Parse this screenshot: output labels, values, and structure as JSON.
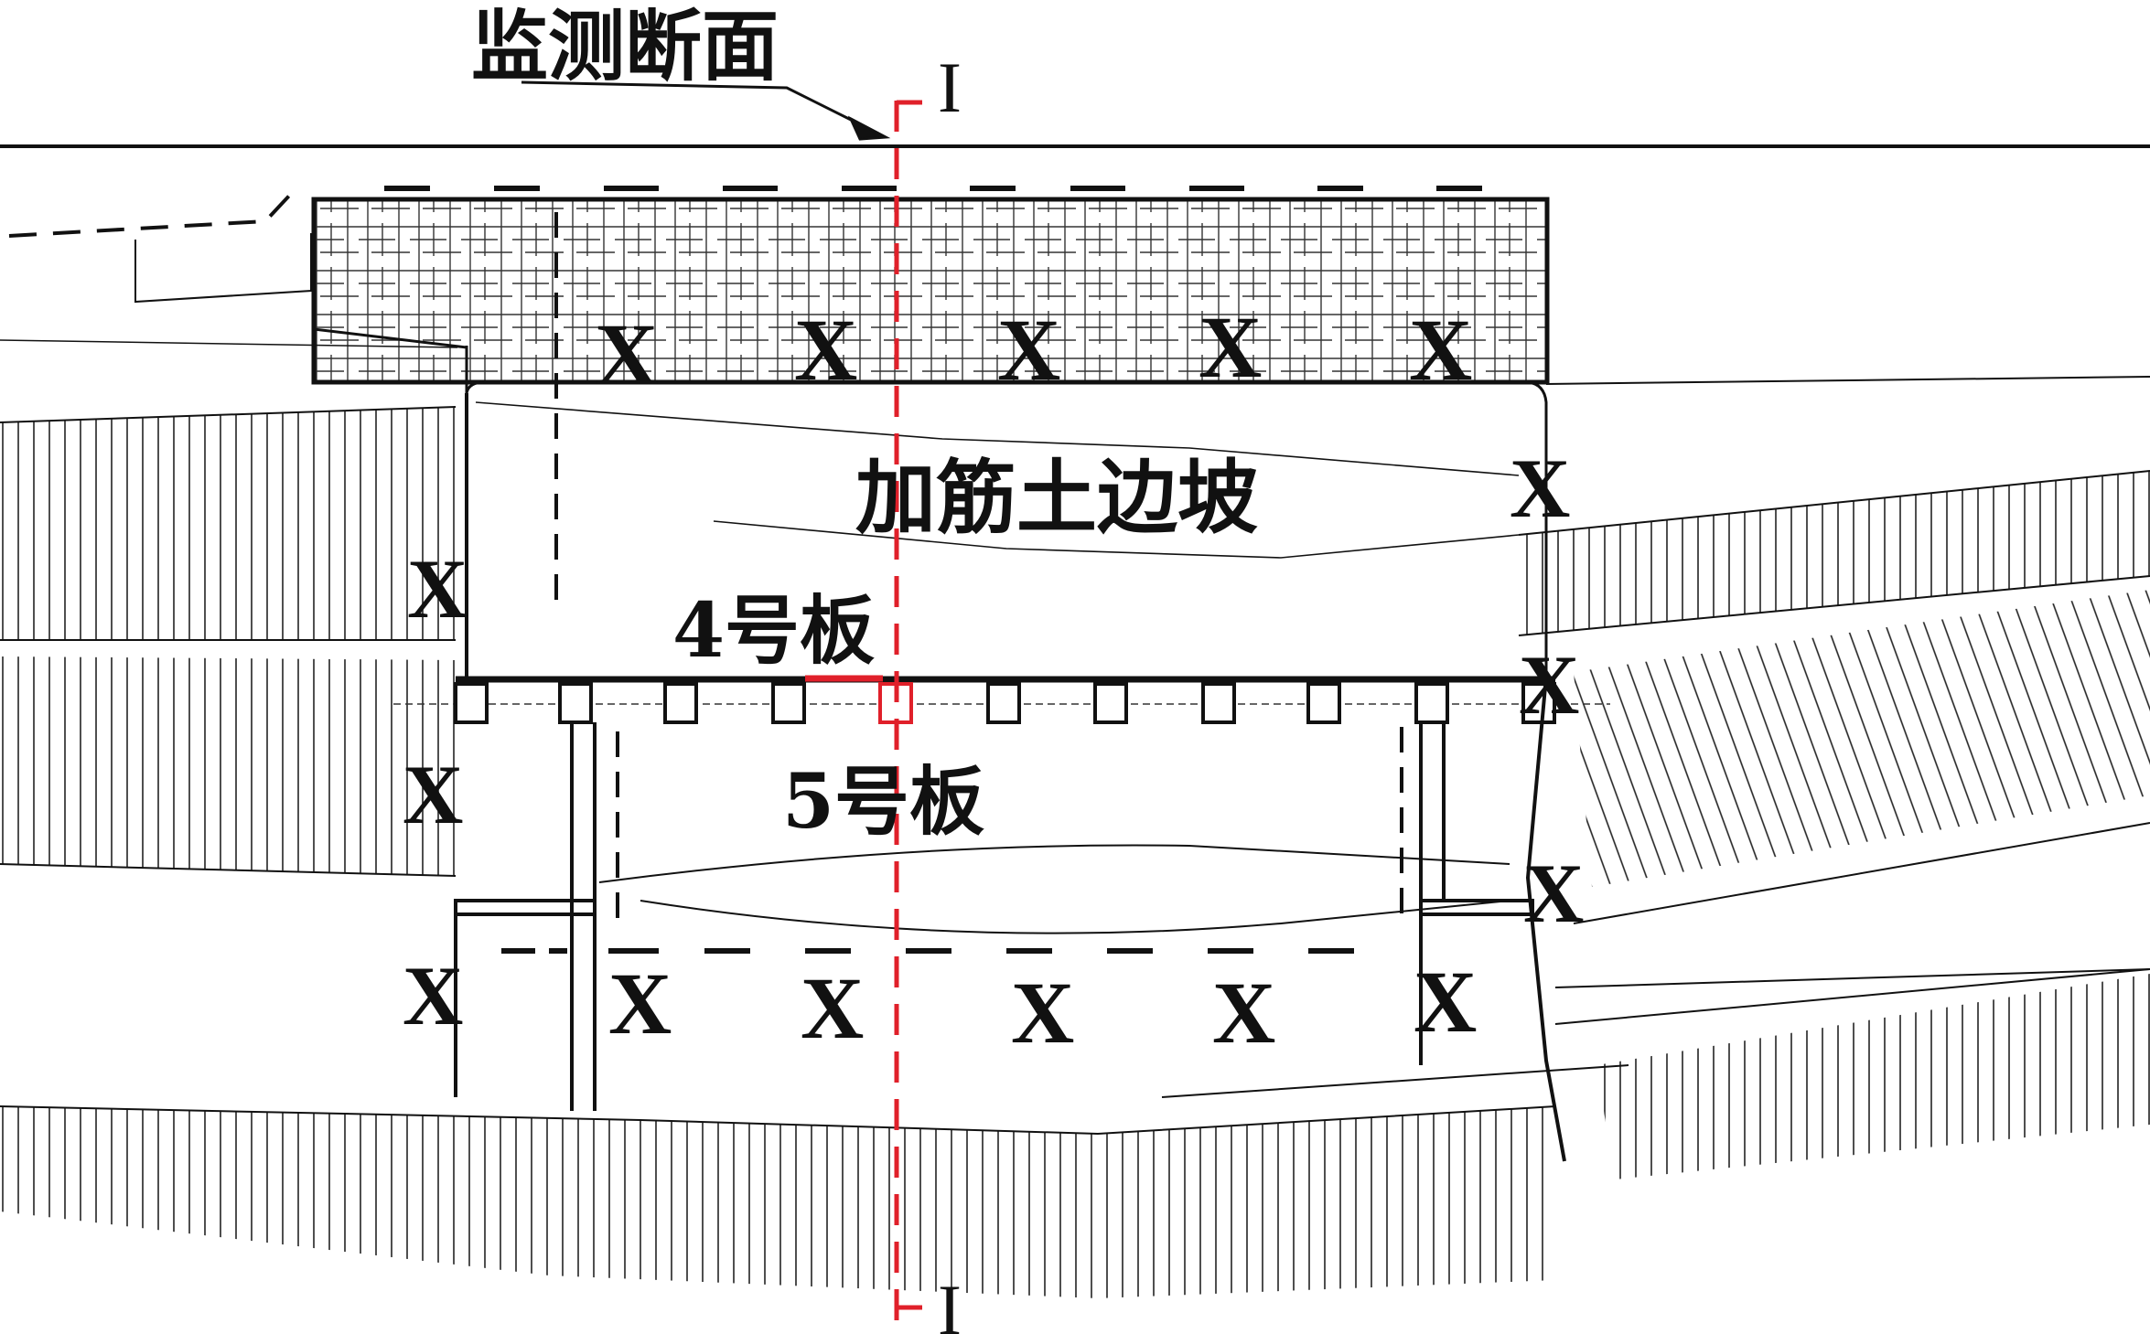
{
  "labels": {
    "monitoring_section": "监测断面",
    "reinforced_slope": "加筋土边坡",
    "plate4": "4号板",
    "plate5": "5号板",
    "section_top": "I",
    "section_bottom": "I",
    "x_mark": "X"
  },
  "colors": {
    "line": "#111111",
    "section_line": "#e0202a",
    "highlight_plate": "#e0202a"
  }
}
